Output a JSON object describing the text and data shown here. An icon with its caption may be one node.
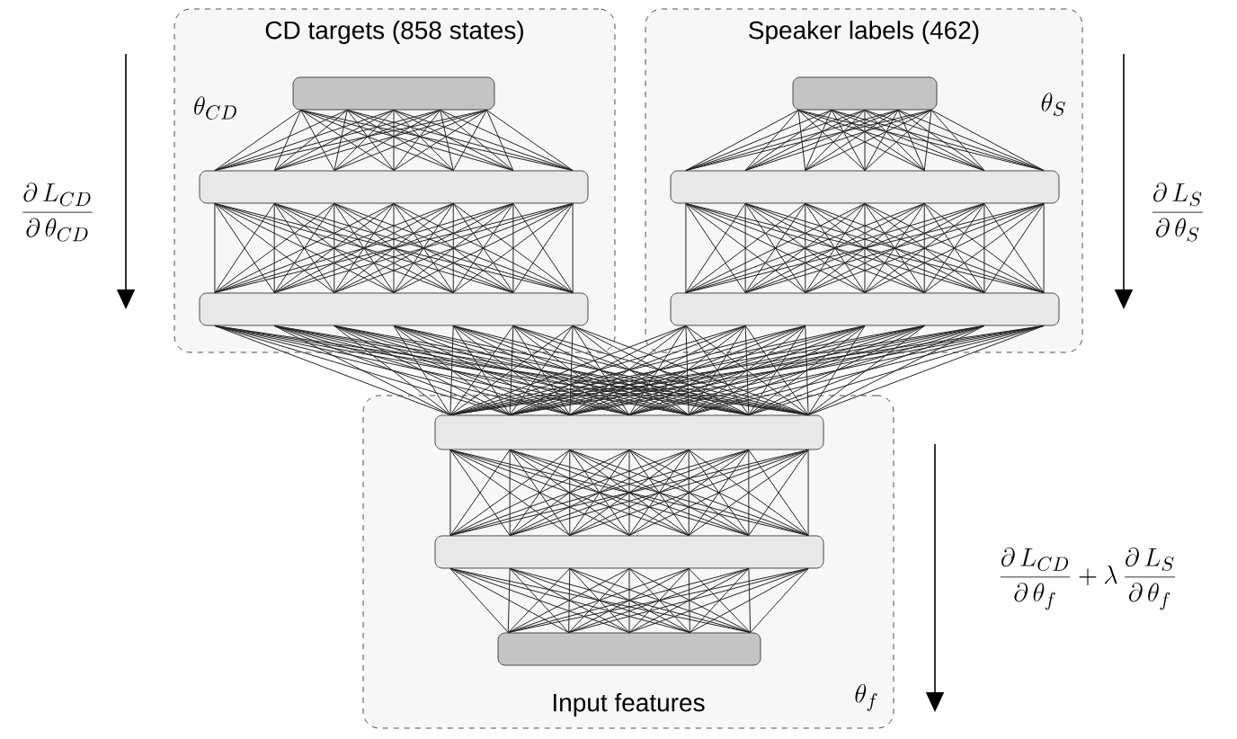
{
  "diagram": {
    "nodes": [
      {
        "text": [
          "CD targets (858 states)"
        ]
      },
      {
        "text": [],
        "shape": "bar",
        "in": 0
      },
      {
        "text": [],
        "shape": "bar",
        "in": 0
      },
      {
        "text": [],
        "shape": "bar",
        "in": 0
      },
      {
        "text": [
          "Speaker labels (462)"
        ]
      },
      {
        "text": [],
        "shape": "bar",
        "in": 4
      },
      {
        "text": [],
        "shape": "bar",
        "in": 4
      },
      {
        "text": [],
        "shape": "bar",
        "in": 4
      },
      {
        "text": [
          "Input features"
        ]
      },
      {
        "text": [],
        "shape": "bar",
        "in": 8
      },
      {
        "text": [],
        "shape": "bar",
        "in": 8
      },
      {
        "text": [],
        "shape": "bar",
        "in": 8
      }
    ],
    "edges": [
      {
        "from": 1,
        "to": 2,
        "arrow": "none"
      },
      {
        "from": 2,
        "to": 3,
        "arrow": "none"
      },
      {
        "from": 3,
        "to": 9,
        "arrow": "none"
      },
      {
        "from": 5,
        "to": 6,
        "arrow": "none"
      },
      {
        "from": 6,
        "to": 7,
        "arrow": "none"
      },
      {
        "from": 7,
        "to": 9,
        "arrow": "none"
      },
      {
        "from": 9,
        "to": 10,
        "arrow": "none"
      },
      {
        "from": 10,
        "to": 11,
        "arrow": "none"
      }
    ],
    "labels": [
      "\\theta_{CD}",
      "\\theta_{S}",
      "\\frac{\\partial\\, L_{CD}}{\\partial\\, \\theta_{CD}}",
      "\\frac{\\partial\\, L_{S}}{\\partial\\, \\theta_{S}}",
      "\\frac{\\partial\\, L_{CD}}{\\partial\\, \\theta_{f}} + \\lambda\\, \\frac{\\partial\\, L_{S}}{\\partial\\, \\theta_{f}}",
      "\\theta_{f}"
    ]
  }
}
